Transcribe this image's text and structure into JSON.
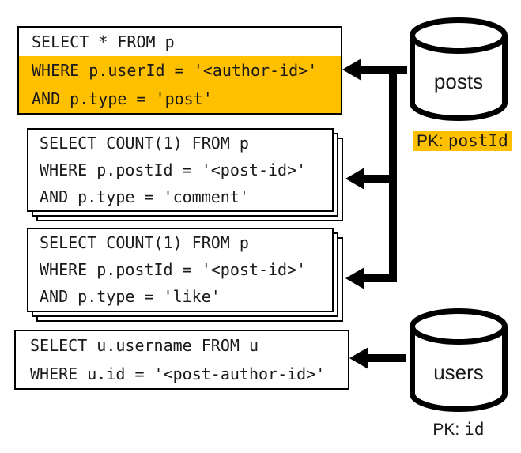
{
  "queries": [
    {
      "name": "select-post",
      "lines": [
        {
          "text": "SELECT * FROM p",
          "highlight": false
        },
        {
          "text": "WHERE p.userId = '<author-id>'",
          "highlight": true
        },
        {
          "text": "AND p.type = 'post'",
          "highlight": true
        }
      ]
    },
    {
      "name": "count-comments",
      "lines": [
        {
          "text": "SELECT COUNT(1) FROM p",
          "highlight": false
        },
        {
          "text": "WHERE p.postId = '<post-id>'",
          "highlight": false
        },
        {
          "text": "AND p.type = 'comment'",
          "highlight": false
        }
      ]
    },
    {
      "name": "count-likes",
      "lines": [
        {
          "text": "SELECT COUNT(1) FROM p",
          "highlight": false
        },
        {
          "text": "WHERE p.postId = '<post-id>'",
          "highlight": false
        },
        {
          "text": "AND p.type = 'like'",
          "highlight": false
        }
      ]
    },
    {
      "name": "select-username",
      "lines": [
        {
          "text": "SELECT u.username FROM u",
          "highlight": false
        },
        {
          "text": "WHERE u.id = '<post-author-id>'",
          "highlight": false
        }
      ]
    }
  ],
  "databases": [
    {
      "name": "posts",
      "pk_prefix": "PK:",
      "pk_field": "postId",
      "pk_highlighted": true
    },
    {
      "name": "users",
      "pk_prefix": "PK:",
      "pk_field": "id",
      "pk_highlighted": false
    }
  ],
  "colors": {
    "highlight": "#FFC000",
    "line": "#000000",
    "background": "#FFFFFF"
  }
}
